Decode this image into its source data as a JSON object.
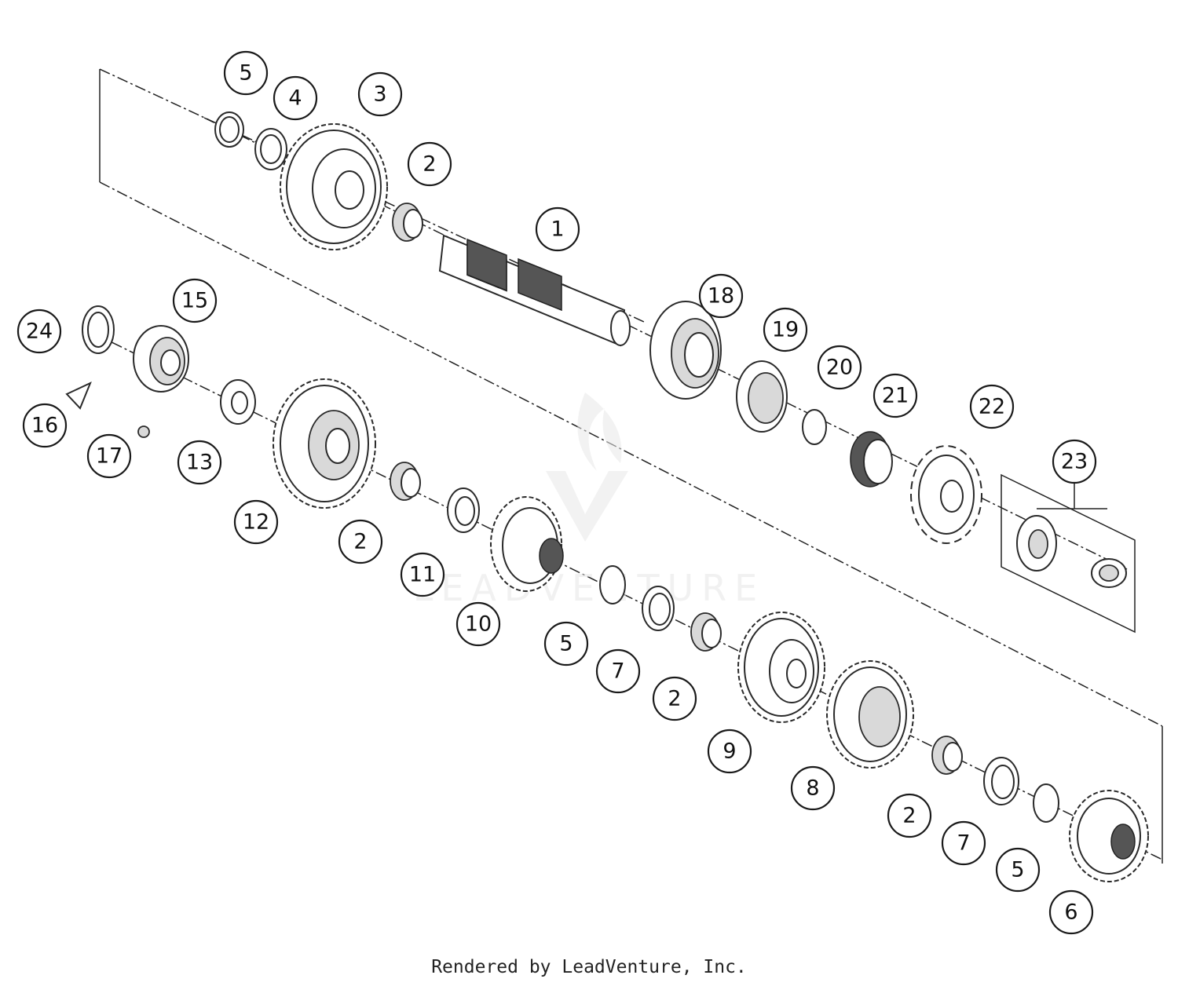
{
  "callouts": [
    {
      "label": "5"
    },
    {
      "label": "4"
    },
    {
      "label": "3"
    },
    {
      "label": "2"
    },
    {
      "label": "1"
    },
    {
      "label": "15"
    },
    {
      "label": "24"
    },
    {
      "label": "18"
    },
    {
      "label": "19"
    },
    {
      "label": "20"
    },
    {
      "label": "21"
    },
    {
      "label": "22"
    },
    {
      "label": "23"
    },
    {
      "label": "16"
    },
    {
      "label": "17"
    },
    {
      "label": "13"
    },
    {
      "label": "12"
    },
    {
      "label": "2"
    },
    {
      "label": "11"
    },
    {
      "label": "10"
    },
    {
      "label": "5"
    },
    {
      "label": "7"
    },
    {
      "label": "2"
    },
    {
      "label": "9"
    },
    {
      "label": "8"
    },
    {
      "label": "2"
    },
    {
      "label": "7"
    },
    {
      "label": "5"
    },
    {
      "label": "6"
    }
  ],
  "watermark": "LEADVENTURE",
  "footer": "Rendered by LeadVenture, Inc."
}
